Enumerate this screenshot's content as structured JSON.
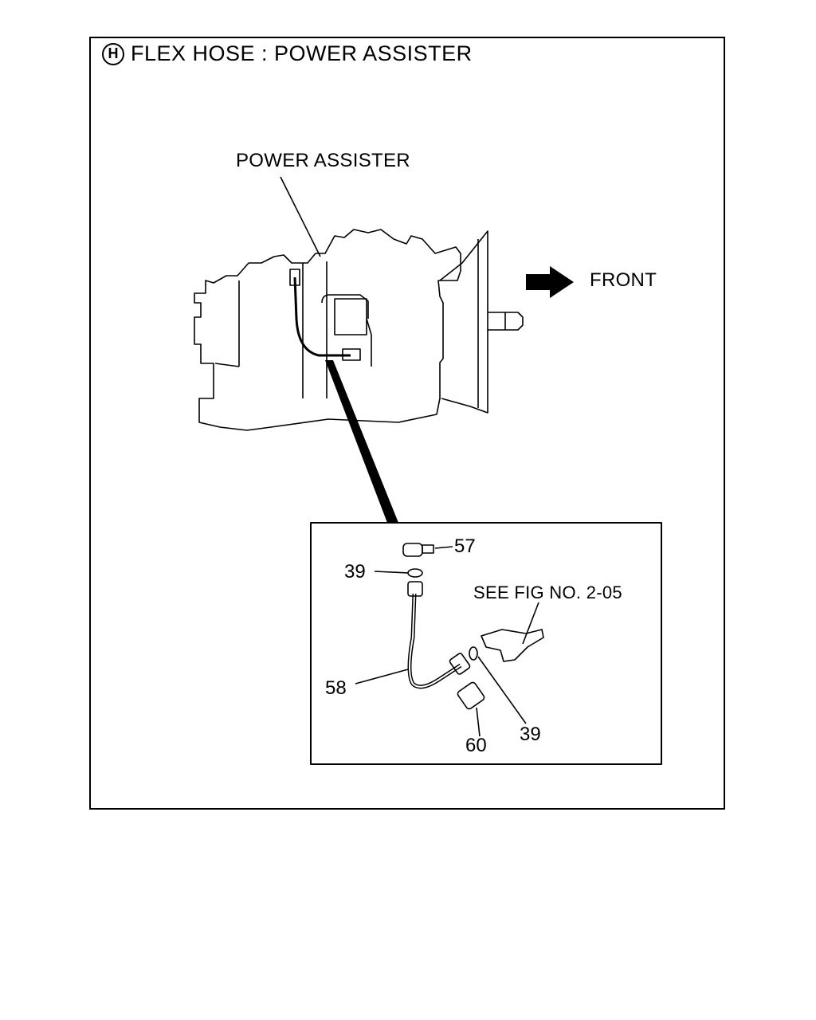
{
  "header": {
    "badge": "H",
    "title": "FLEX HOSE : POWER ASSISTER"
  },
  "labels": {
    "power_assister": "POWER ASSISTER",
    "front": "FRONT",
    "see_fig": "SEE FIG NO. 2-05"
  },
  "callouts": {
    "part_57": "57",
    "part_39_top": "39",
    "part_58": "58",
    "part_60": "60",
    "part_39_bottom": "39"
  },
  "icons": {
    "front_arrow": "arrow-right-icon"
  }
}
